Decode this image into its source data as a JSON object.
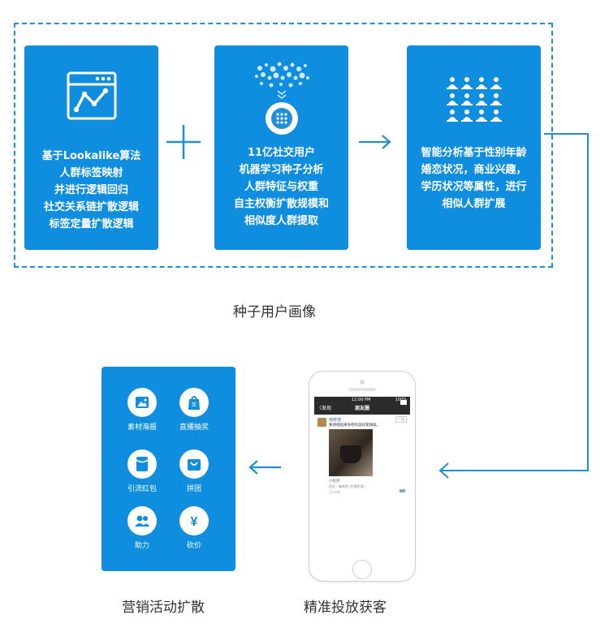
{
  "card1": {
    "lines": [
      "基于Lookalike算法",
      "人群标签映射",
      "并进行逻辑回归",
      "社交关系链扩散逻辑",
      "标签定量扩散逻辑"
    ]
  },
  "card2": {
    "lines": [
      "11亿社交用户",
      "机器学习种子分析",
      "人群特征与权重",
      "自主权衡扩散规模和",
      "相似度人群提取"
    ]
  },
  "card3": {
    "lines": [
      "智能分析基于性别年龄",
      "婚恋状况，商业兴趣，",
      "学历状况等属性，进行",
      "相似人群扩展"
    ]
  },
  "plus_symbol": "+",
  "seed_caption": "种子用户画像",
  "phone": {
    "status_time": "12:00 PM",
    "status_battery": "100%",
    "back_label": "〈发现",
    "title": "朋友圈",
    "post_name": "咖啡馆",
    "post_text": "要请咱咱来你吧的美好家咖啡。",
    "post_tag": "广告",
    "post_link": "小程序",
    "post_meta": "附近 · 咖啡馆 (约需距离)",
    "post_time": "2分钟前"
  },
  "precise_caption": "精准投放获客",
  "marketing_caption": "营销活动扩散",
  "tools": [
    {
      "label": "素材海报",
      "icon": "image-icon"
    },
    {
      "label": "直播抽奖",
      "icon": "gift-bag-icon"
    },
    {
      "label": "引流红包",
      "icon": "red-packet-icon"
    },
    {
      "label": "拼团",
      "icon": "shopping-bag-icon"
    },
    {
      "label": "助力",
      "icon": "people-icon"
    },
    {
      "label": "砍价",
      "icon": "yen-icon"
    }
  ],
  "colors": {
    "accent": "#0f8ee0",
    "dash": "#1e8fd8",
    "text": "#333333"
  }
}
